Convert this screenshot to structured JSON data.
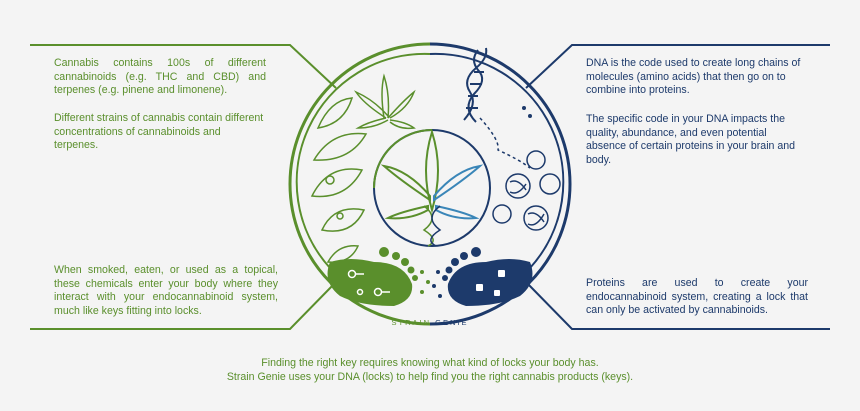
{
  "left_panel": {
    "paragraph_1": "Cannabis contains 100s of different cannabinoids (e.g. THC and CBD) and terpenes (e.g. pinene and limonene).",
    "paragraph_2": "Different strains of cannabis contain different concentrations of cannabinoids and terpenes.",
    "paragraph_3": "When smoked, eaten, or used as a topical, these chemicals enter your body where they interact with your endocannabinoid system, much like keys fitting into locks."
  },
  "right_panel": {
    "paragraph_1": "DNA is the code used to create long chains of molecules (amino acids) that then go on to combine into proteins.",
    "paragraph_2": "The specific code in your DNA impacts the quality, abundance, and even potential absence of certain proteins in your brain and body.",
    "paragraph_3": "Proteins are used to create your endocannabinoid system, creating a lock that can only be activated by cannabinoids."
  },
  "footer": {
    "line_1": "Finding the right key requires knowing what kind of locks your body has.",
    "line_2": "Strain Genie uses your DNA (locks) to help find you the right cannabis products (keys)."
  },
  "brand": {
    "word_1": "STRAIN",
    "word_2": "GENIE"
  },
  "colors": {
    "green": "#5a8f2c",
    "blue": "#1d3a6b",
    "background": "#f4f4f4"
  },
  "icons": [
    "cannabis-leaf-icon",
    "dna-helix-icon",
    "key-icon",
    "lock-icon",
    "protein-icon",
    "molecule-icon"
  ]
}
